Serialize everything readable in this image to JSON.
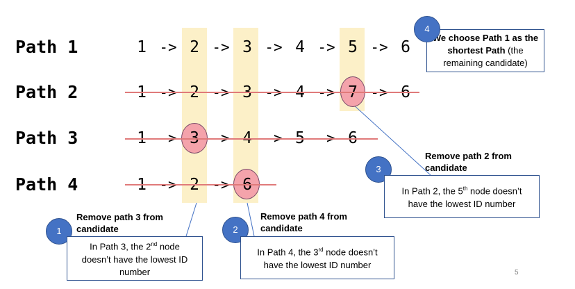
{
  "paths": [
    {
      "label": "Path 1",
      "nodes": [
        "1",
        "2",
        "3",
        "4",
        "5",
        "6"
      ]
    },
    {
      "label": "Path 2",
      "nodes": [
        "1",
        "2",
        "3",
        "4",
        "7",
        "6"
      ]
    },
    {
      "label": "Path 3",
      "nodes": [
        "1",
        "3",
        "4",
        "5",
        "6"
      ]
    },
    {
      "label": "Path 4",
      "nodes": [
        "1",
        "2",
        "6"
      ]
    }
  ],
  "arrow_text": "->",
  "callouts": {
    "c1": {
      "number": "1",
      "heading_line1": "Remove path 3 from",
      "heading_line2": "candidate",
      "body_pre": "In Path 3, the 2",
      "body_sup": "nd",
      "body_post": " node",
      "body_line2": "doesn’t have the lowest ID",
      "body_line3": "number"
    },
    "c2": {
      "number": "2",
      "heading_line1": "Remove path 4 from",
      "heading_line2": "candidate",
      "body_pre": "In Path 4, the 3",
      "body_sup": "rd",
      "body_post": " node doesn’t",
      "body_line2": "have the lowest ID number"
    },
    "c3": {
      "number": "3",
      "heading_line1": "Remove path 2 from",
      "heading_line2": "candidate",
      "body_pre": "In Path 2, the 5",
      "body_sup": "th",
      "body_post": " node doesn’t",
      "body_line2": "have the lowest ID number"
    },
    "c4": {
      "number": "4",
      "line1": "We choose Path 1 as the",
      "line2_bold": "shortest Path",
      "line2_rest": " (the",
      "line3": "remaining candidate)"
    }
  },
  "page_number": "5",
  "colors": {
    "highlight": "#fcf0c8",
    "circle_fill": "#f4a3ab",
    "strike": "#e07a7a",
    "badge": "#4472c4",
    "box_border": "#2f528f"
  }
}
